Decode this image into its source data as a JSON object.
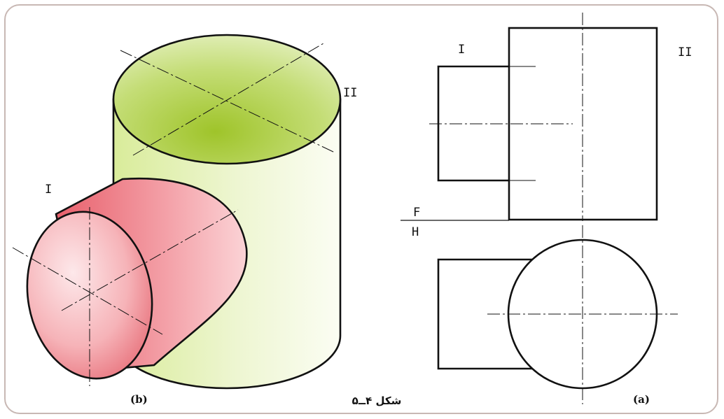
{
  "labels": {
    "iso_I": "I",
    "iso_II": "II",
    "front_I": "I",
    "front_II": "II",
    "plane_F": "F",
    "plane_H": "H"
  },
  "captions": {
    "b": "(b)",
    "a": "(a)",
    "figure": "شکل ۴ــ۵"
  },
  "colors": {
    "large_cylinder_body": "#eaf5c8",
    "large_cylinder_top": "#a6c93a",
    "small_cylinder": "#f08a92",
    "frame": "#c8b8b4"
  }
}
